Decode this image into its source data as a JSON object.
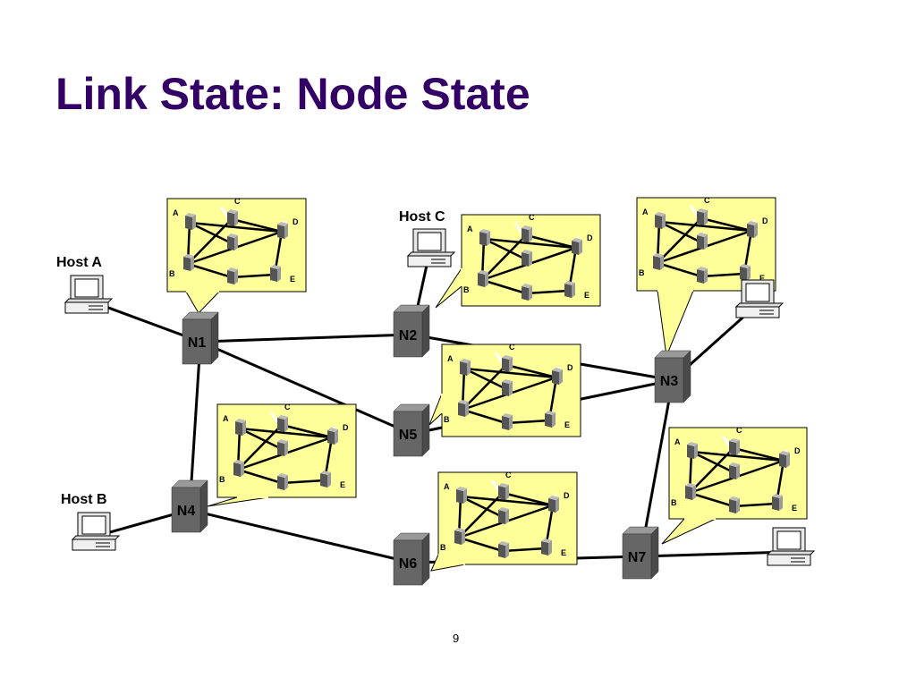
{
  "slide": {
    "title": "Link State: Node State",
    "page_number": "9"
  },
  "colors": {
    "title": "#330066",
    "callout_fill": "#ffff99",
    "router_fill": "#666666",
    "link": "#000000"
  },
  "routers": [
    {
      "id": "n1",
      "label": "N1"
    },
    {
      "id": "n2",
      "label": "N2"
    },
    {
      "id": "n3",
      "label": "N3"
    },
    {
      "id": "n4",
      "label": "N4"
    },
    {
      "id": "n5",
      "label": "N5"
    },
    {
      "id": "n6",
      "label": "N6"
    },
    {
      "id": "n7",
      "label": "N7"
    }
  ],
  "hosts": [
    {
      "id": "host-a",
      "label": "Host A"
    },
    {
      "id": "host-b",
      "label": "Host B"
    },
    {
      "id": "host-c",
      "label": "Host C"
    },
    {
      "id": "host-d",
      "label": ""
    },
    {
      "id": "host-e",
      "label": ""
    }
  ],
  "links": [
    [
      "host-a",
      "n1"
    ],
    [
      "n1",
      "n2"
    ],
    [
      "n1",
      "n5"
    ],
    [
      "n1",
      "n4"
    ],
    [
      "host-c",
      "n2"
    ],
    [
      "n2",
      "n3"
    ],
    [
      "n5",
      "n3"
    ],
    [
      "n3",
      "host-d"
    ],
    [
      "n3",
      "n7"
    ],
    [
      "host-b",
      "n4"
    ],
    [
      "n4",
      "n6"
    ],
    [
      "n6",
      "n7"
    ],
    [
      "n7",
      "host-e"
    ]
  ],
  "node_state_map": {
    "nodes": [
      "A",
      "B",
      "C",
      "D",
      "E"
    ],
    "edges": [
      [
        "A",
        "B"
      ],
      [
        "A",
        "C"
      ],
      [
        "A",
        "D"
      ],
      [
        "B",
        "C"
      ],
      [
        "B",
        "D"
      ],
      [
        "D",
        "E"
      ],
      [
        "B",
        "E"
      ],
      [
        "C",
        "D"
      ]
    ]
  },
  "callouts": [
    {
      "id": "callout-n1",
      "attached_to": "N1"
    },
    {
      "id": "callout-n2",
      "attached_to": "N2"
    },
    {
      "id": "callout-n3",
      "attached_to": "N3"
    },
    {
      "id": "callout-n4",
      "attached_to": "N4"
    },
    {
      "id": "callout-n5",
      "attached_to": "N5"
    },
    {
      "id": "callout-n6",
      "attached_to": "N6"
    },
    {
      "id": "callout-n7",
      "attached_to": "N7"
    }
  ]
}
